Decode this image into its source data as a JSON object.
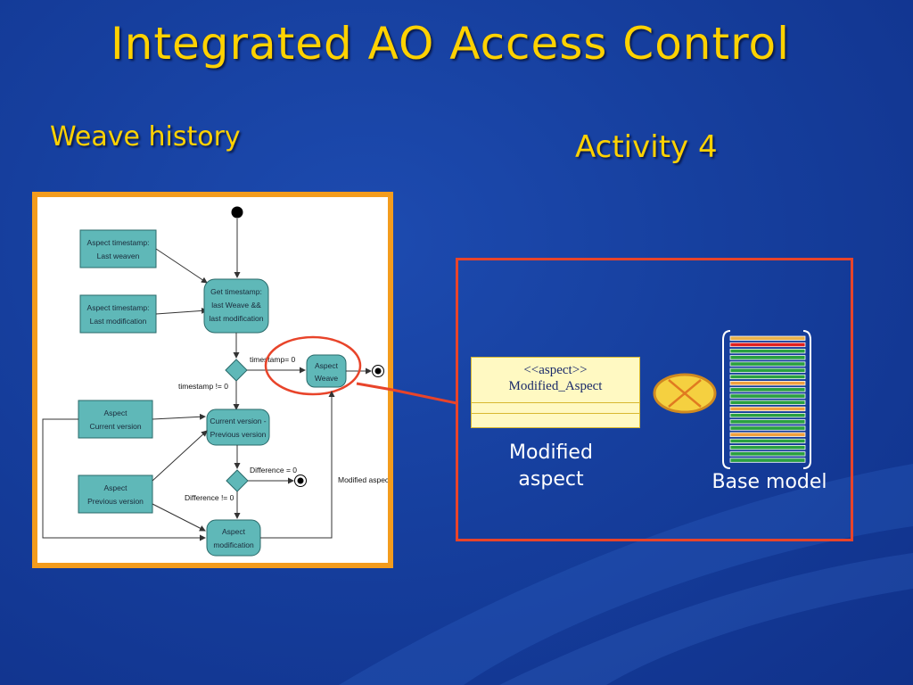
{
  "title": "Integrated AO Access Control",
  "left_heading": "Weave history",
  "right_heading": "Activity 4",
  "diagram": {
    "nodes": {
      "aspect_timestamp_weaven": [
        "Aspect timestamp:",
        "Last weaven"
      ],
      "aspect_timestamp_modification": [
        "Aspect timestamp:",
        "Last modification"
      ],
      "get_timestamp": [
        "Get timestamp:",
        "last Weave &&",
        "last modification"
      ],
      "aspect_weave": [
        "Aspect",
        "Weave"
      ],
      "aspect_current": [
        "Aspect",
        "Current version"
      ],
      "current_minus_previous": [
        "Current version -",
        "Previous version"
      ],
      "aspect_previous": [
        "Aspect",
        "Previous version"
      ],
      "aspect_modification": [
        "Aspect",
        "modification"
      ]
    },
    "labels": {
      "timestamp_zero": "timestamp= 0",
      "timestamp_nonzero": "timestamp != 0",
      "difference_zero": "Difference = 0",
      "difference_nonzero": "Difference != 0",
      "modified_aspect": "Modified aspect"
    }
  },
  "activity": {
    "stereotype": "<<aspect>>",
    "class_name": "Modified_Aspect",
    "modified_caption_line1": "Modified",
    "modified_caption_line2": "aspect",
    "base_model_caption": "Base model",
    "stripe_colors": [
      "#e8b04a",
      "#e02020",
      "#2aa040",
      "#2aa040",
      "#2aa040",
      "#2aa040",
      "#2aa040",
      "#f0a040",
      "#2aa040",
      "#2aa040",
      "#2aa040",
      "#f0a040",
      "#2aa040",
      "#2aa040",
      "#2aa040",
      "#f0a040",
      "#2aa040",
      "#2aa040",
      "#2aa040",
      "#2aa040"
    ]
  },
  "colors": {
    "title": "#ffd200",
    "diagram_frame": "#f39c1d",
    "node_fill": "#5fb8b8",
    "highlight": "#e8442a",
    "aspect_fill": "#fff9c2"
  }
}
